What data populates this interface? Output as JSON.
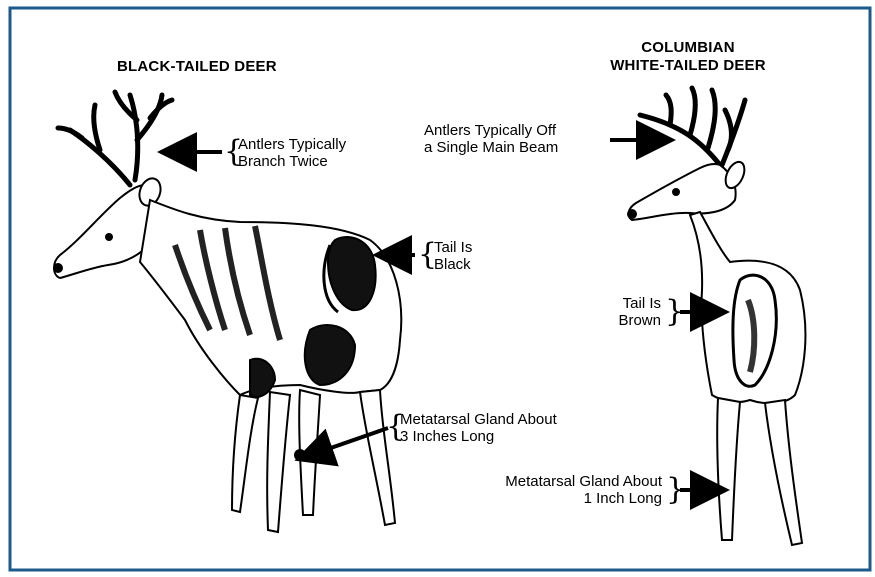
{
  "frame_color": "#1d5a8c",
  "left_deer": {
    "title": "BLACK-TAILED DEER",
    "antlers": [
      "Antlers Typically",
      "Branch Twice"
    ],
    "tail": [
      "Tail Is",
      "Black"
    ],
    "gland": [
      "Metatarsal Gland About",
      "3 Inches Long"
    ]
  },
  "right_deer": {
    "title": [
      "COLUMBIAN",
      "WHITE-TAILED DEER"
    ],
    "antlers": [
      "Antlers Typically Off",
      "a Single Main Beam"
    ],
    "tail": [
      "Tail Is",
      "Brown"
    ],
    "gland": [
      "Metatarsal Gland About",
      "1 Inch Long"
    ]
  },
  "icons": [
    "brace-icon",
    "arrow-icon"
  ]
}
